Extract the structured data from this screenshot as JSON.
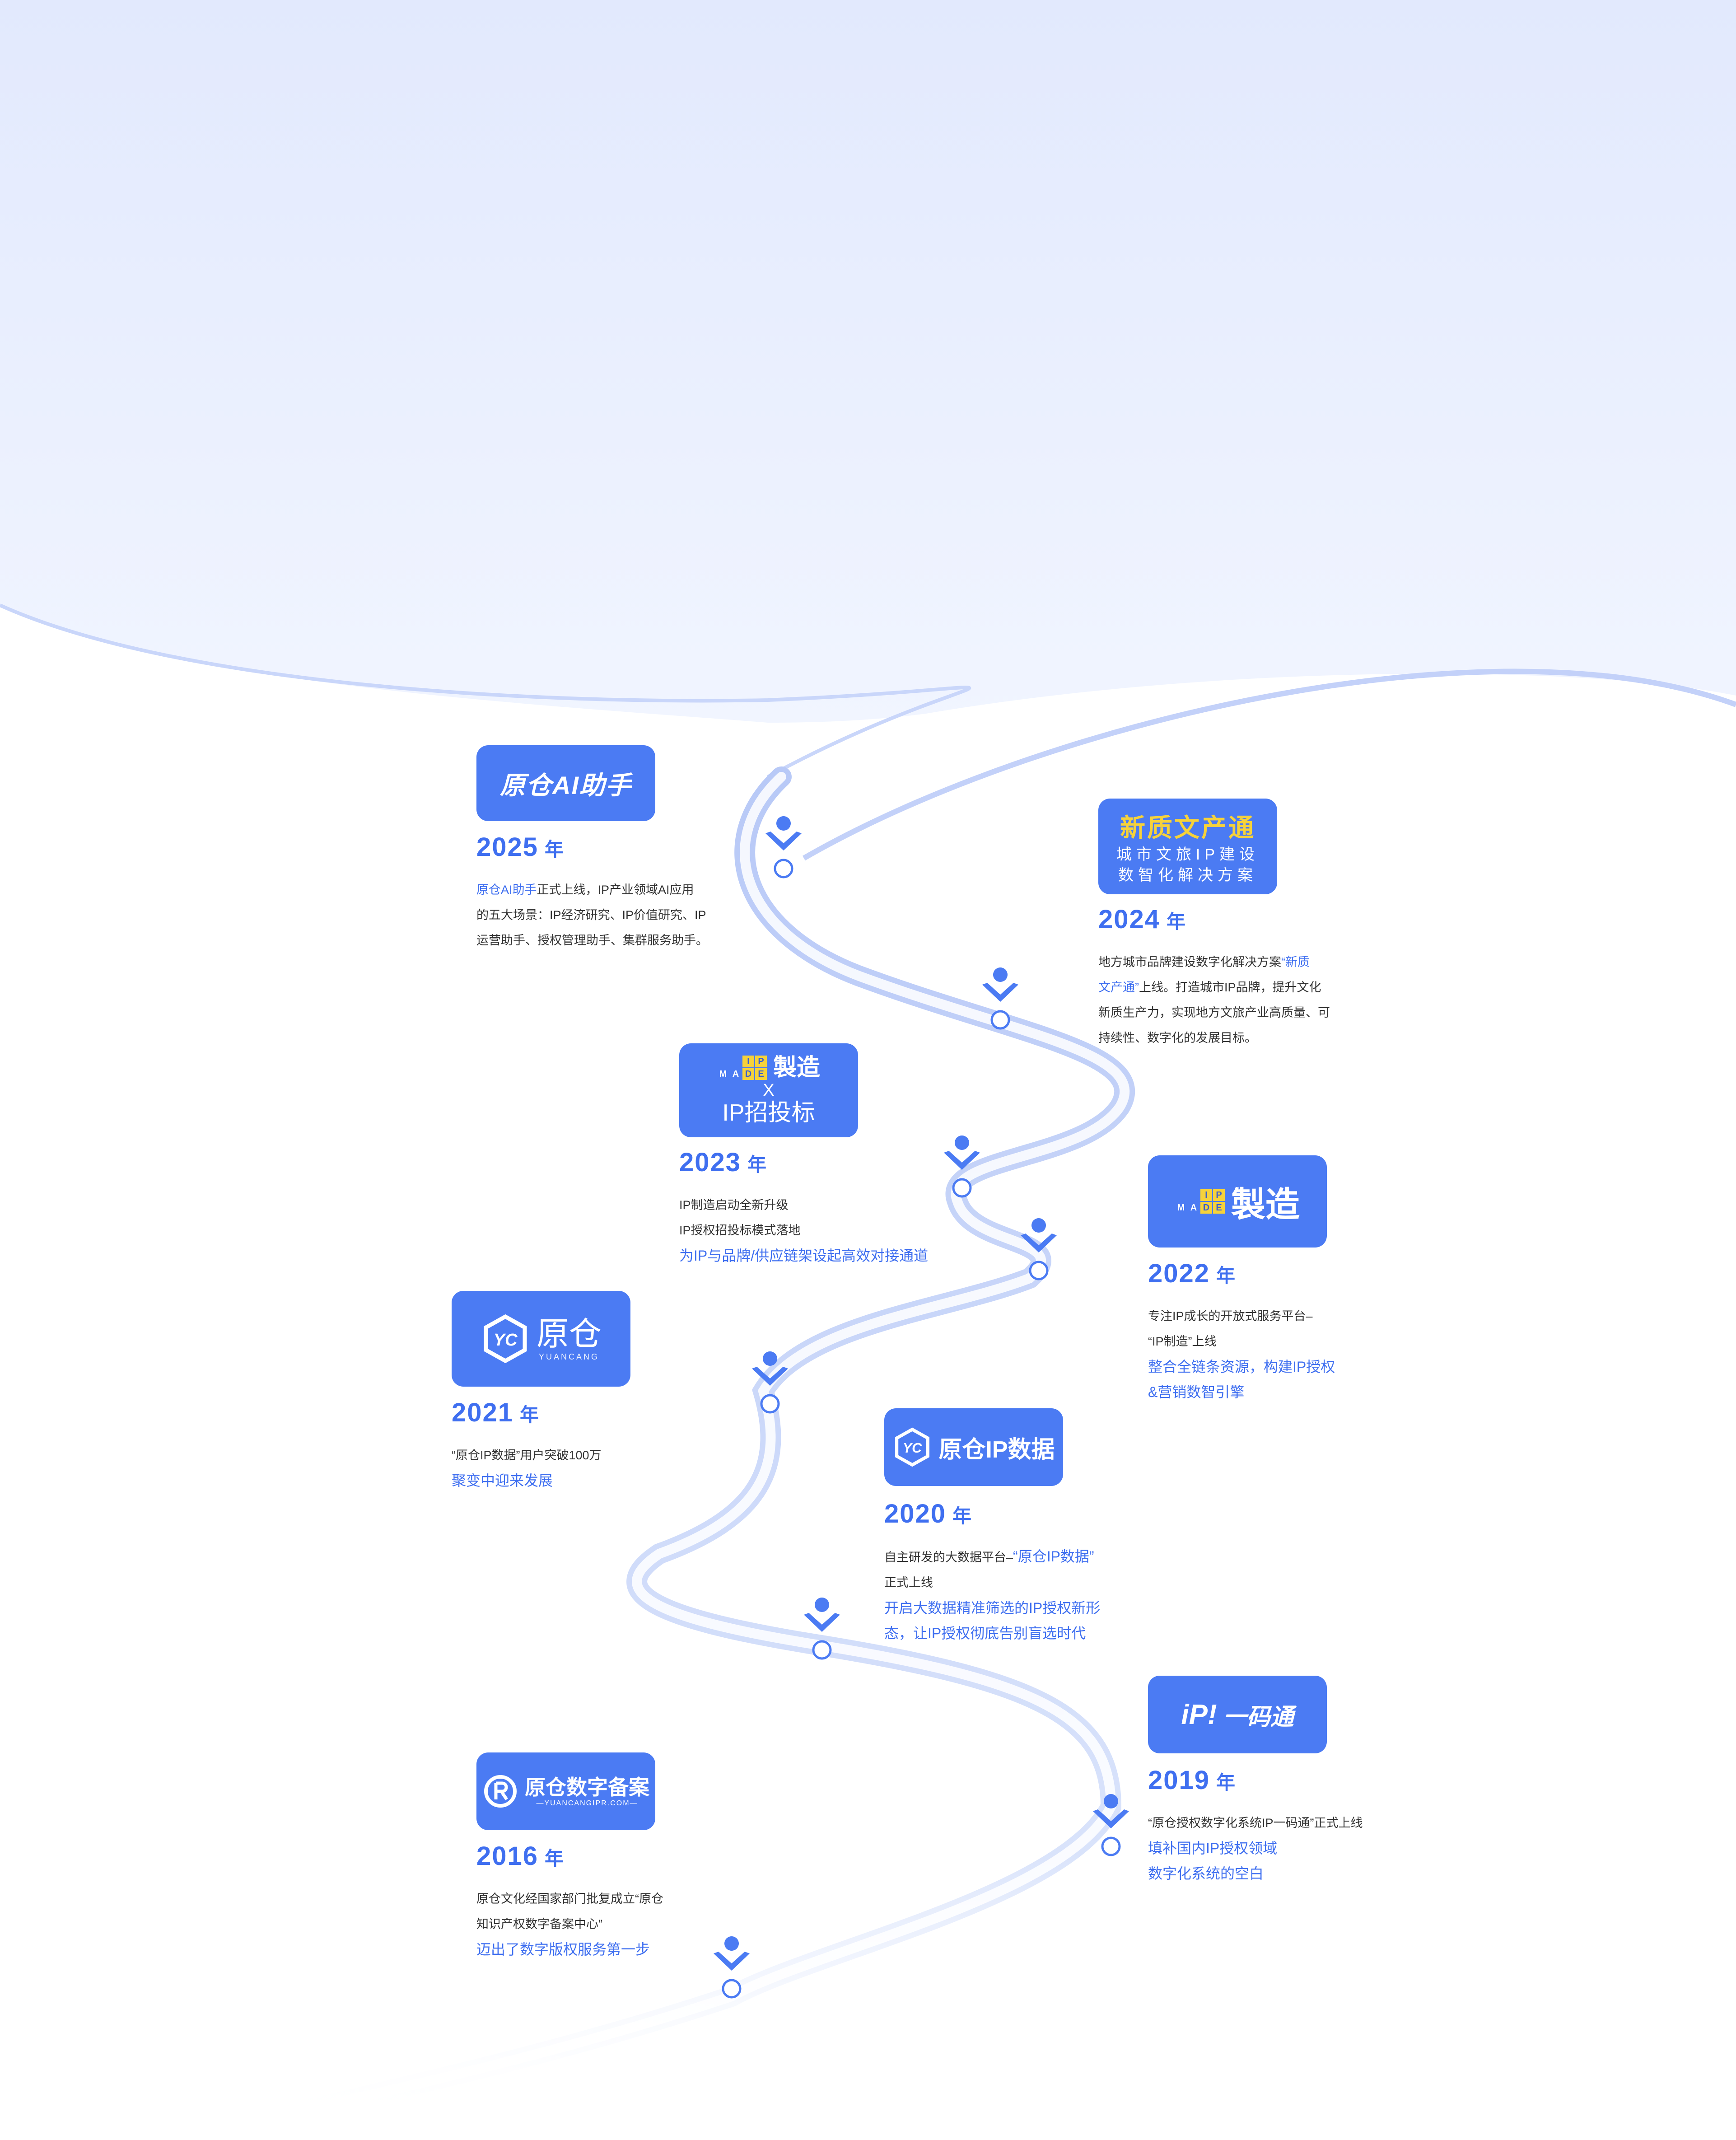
{
  "colors": {
    "accent": "#4b7bf3",
    "year": "#3f6ff0",
    "gold": "#f6d23a",
    "text": "#333333"
  },
  "milestones": [
    {
      "year": "2025",
      "unit": "年",
      "badge": {
        "title": "原仓AI助手"
      },
      "desc": {
        "highlight": "原仓AI助手",
        "line1": "正式上线，IP产业领域AI应用",
        "line2": "的五大场景：IP经济研究、IP价值研究、IP",
        "line3": "运营助手、授权管理助手、集群服务助手。"
      }
    },
    {
      "year": "2024",
      "unit": "年",
      "badge": {
        "title": "新质文产通",
        "sub1": "城市文旅IP建设",
        "sub2": "数智化解决方案"
      },
      "desc": {
        "line1a": "地方城市品牌建设数字化解决方案",
        "line1b": "“新质",
        "line2a": "文产通”",
        "line2b": "上线。打造城市IP品牌，提升文化",
        "line3": "新质生产力，实现地方文旅产业高质量、可",
        "line4": "持续性、数字化的发展目标。"
      }
    },
    {
      "year": "2023",
      "unit": "年",
      "badge": {
        "made": [
          "M",
          "A",
          "D",
          "E"
        ],
        "ip": [
          "I",
          "P"
        ],
        "brand": "製造",
        "x": "X",
        "sub": "IP招投标"
      },
      "desc": {
        "line1": "IP制造启动全新升级",
        "line2": "IP授权招投标模式落地",
        "line3": "为IP与品牌/供应链架设起高效对接通道"
      }
    },
    {
      "year": "2022",
      "unit": "年",
      "badge": {
        "made": [
          "M",
          "A",
          "D",
          "E"
        ],
        "ip": [
          "I",
          "P"
        ],
        "brand": "製造"
      },
      "desc": {
        "line1": "专注IP成长的开放式服务平台–",
        "line2": "“IP制造”上线",
        "line3": "整合全链条资源，构建IP授权",
        "line4": "&营销数智引擎"
      }
    },
    {
      "year": "2021",
      "unit": "年",
      "badge": {
        "logo": "YC",
        "title": "原仓",
        "sub": "YUANCANG"
      },
      "desc": {
        "line1": "“原仓IP数据”用户突破100万",
        "line2": "聚变中迎来发展"
      }
    },
    {
      "year": "2020",
      "unit": "年",
      "badge": {
        "logo": "YC",
        "title": "原仓IP数据"
      },
      "desc": {
        "line1a": "自主研发的大数据平台–",
        "line1b": "“原仓IP数据”",
        "line2": "正式上线",
        "line3": "开启大数据精准筛选的IP授权新形",
        "line4": "态，让IP授权彻底告别盲选时代"
      }
    },
    {
      "year": "2019",
      "unit": "年",
      "badge": {
        "title": "一码通",
        "mark": "iP!"
      },
      "desc": {
        "line1": "“原仓授权数字化系统IP一码通”正式上线",
        "line2": "填补国内IP授权领域",
        "line3": "数字化系统的空白"
      }
    },
    {
      "year": "2016",
      "unit": "年",
      "badge": {
        "title": "原仓数字备案",
        "sub": "—YUANCANGIPR.COM—"
      },
      "desc": {
        "line1": "原仓文化经国家部门批复成立“原仓",
        "line2": "知识产权数字备案中心”",
        "line3": "迈出了数字版权服务第一步"
      }
    }
  ]
}
